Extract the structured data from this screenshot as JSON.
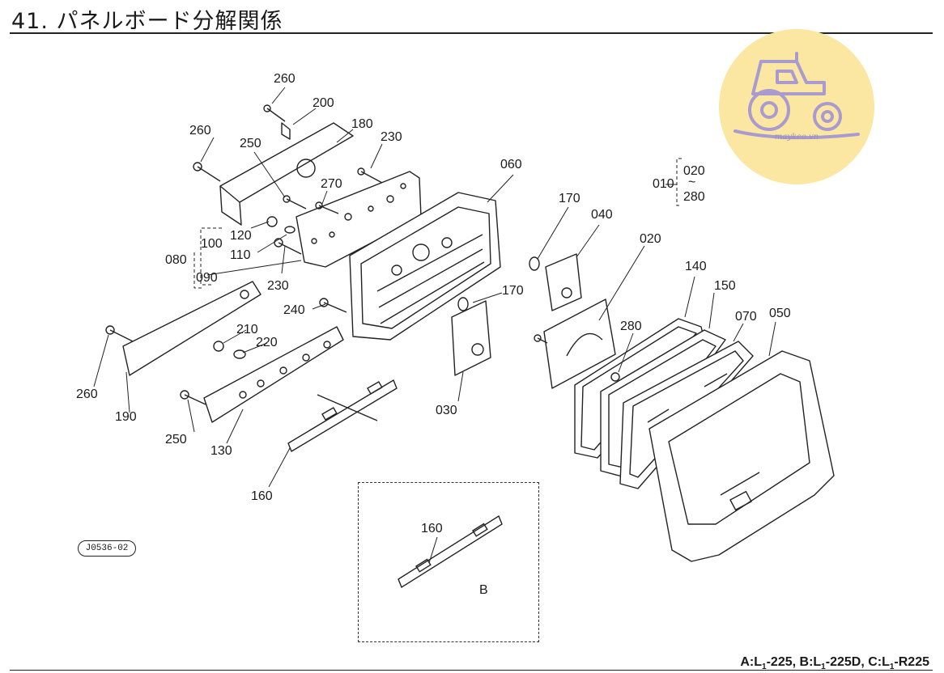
{
  "title": "41. パネルボード分解関係",
  "footer_note": "A:L1-225, B:L1-225D, C:L1-R225",
  "footer_parts": [
    "A:L",
    "1",
    "-225,  B:L",
    "1",
    "-225D,  C:L",
    "1",
    "-R225"
  ],
  "figure_code": "J0536-02",
  "logo_text": "maykeo.vn",
  "box_label": "B",
  "callouts": {
    "p260a": "260",
    "p200": "200",
    "p180": "180",
    "p260b": "260",
    "p250a": "250",
    "p230a": "230",
    "p270": "270",
    "p060": "060",
    "p170a": "170",
    "p040": "040",
    "p010": "010",
    "p020a": "020",
    "p280a": "280",
    "p100": "100",
    "p120": "120",
    "p080": "080",
    "p110": "110",
    "p090": "090",
    "p230b": "230",
    "p170b": "170",
    "p020b": "020",
    "p140": "140",
    "p150": "150",
    "p240": "240",
    "p070": "070",
    "p050": "050",
    "p280b": "280",
    "p210": "210",
    "p220": "220",
    "p260c": "260",
    "p190": "190",
    "p250b": "250",
    "p130": "130",
    "p030": "030",
    "p160a": "160",
    "p160b": "160"
  }
}
